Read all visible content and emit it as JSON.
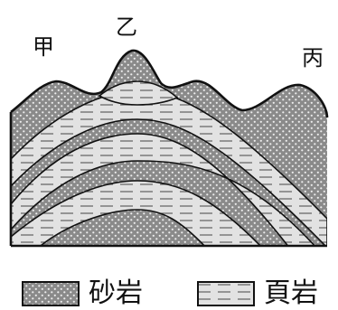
{
  "peaks": {
    "jia": "甲",
    "yi": "乙",
    "bing": "丙"
  },
  "legend": [
    {
      "label": "砂岩",
      "pattern": "dots"
    },
    {
      "label": "頁岩",
      "pattern": "dashes"
    }
  ],
  "colors": {
    "sandstone": "#8a8a8a",
    "shale": "#e2e2e2",
    "ink": "#111111"
  }
}
